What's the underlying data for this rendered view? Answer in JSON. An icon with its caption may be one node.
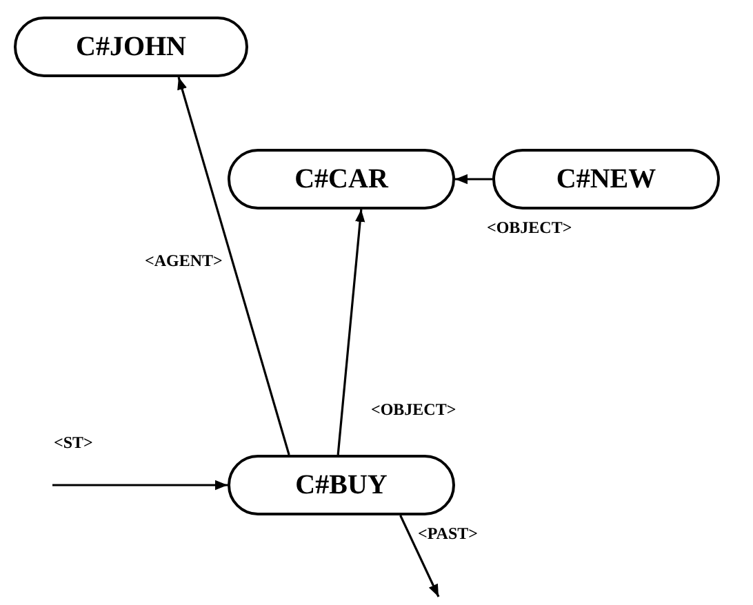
{
  "diagram": {
    "nodes": [
      {
        "text": [
          "C#JOHN"
        ]
      },
      {
        "text": [
          "C#CAR"
        ]
      },
      {
        "text": [
          "C#NEW"
        ]
      },
      {
        "text": [
          "C#BUY"
        ]
      }
    ],
    "edges": [
      {
        "from": 3,
        "to": 0,
        "arrow": "to",
        "label": "<AGENT>"
      },
      {
        "from": 2,
        "to": 1,
        "arrow": "to",
        "label": "<OBJECT>"
      },
      {
        "from": 3,
        "to": 1,
        "arrow": "to",
        "label": "<OBJECT>"
      },
      {
        "from": null,
        "to": 3,
        "arrow": "to",
        "label": "<ST>"
      },
      {
        "from": 3,
        "to": null,
        "arrow": "to",
        "label": "<PAST>"
      }
    ]
  }
}
